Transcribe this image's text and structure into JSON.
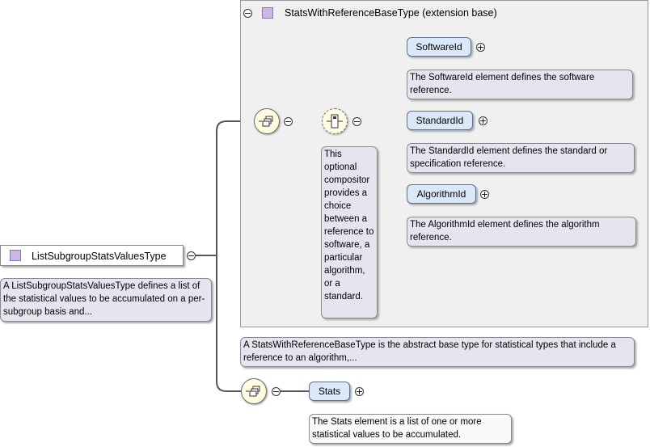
{
  "root": {
    "name": "ListSubgroupStatsValuesType",
    "doc": "A ListSubgroupStatsValuesType defines a list of the statistical values to be accumulated on a per-subgroup basis and..."
  },
  "extension": {
    "label": "StatsWithReferenceBaseType (extension base)",
    "doc": "A StatsWithReferenceBaseType is the abstract base type for statistical types that include a reference to an algorithm,..."
  },
  "choice": {
    "doc": "This optional compositor provides a choice between a reference to software, a particular algorithm, or a standard."
  },
  "choice_elements": [
    {
      "name": "SoftwareId",
      "doc": "The SoftwareId element defines the software reference."
    },
    {
      "name": "StandardId",
      "doc": "The StandardId element defines the standard or specification reference."
    },
    {
      "name": "AlgorithmId",
      "doc": "The AlgorithmId element defines the algorithm reference."
    }
  ],
  "stats": {
    "name": "Stats",
    "doc": "The Stats element is a list of one or more statistical values to be accumulated."
  },
  "symbols": {
    "collapse": "−",
    "expand": "+"
  },
  "colors": {
    "element_fill": "#dbe8f8",
    "note_fill": "#e7e4f0",
    "compositor_fill": "#fffbe1",
    "type_icon": "#c9b7e6"
  }
}
